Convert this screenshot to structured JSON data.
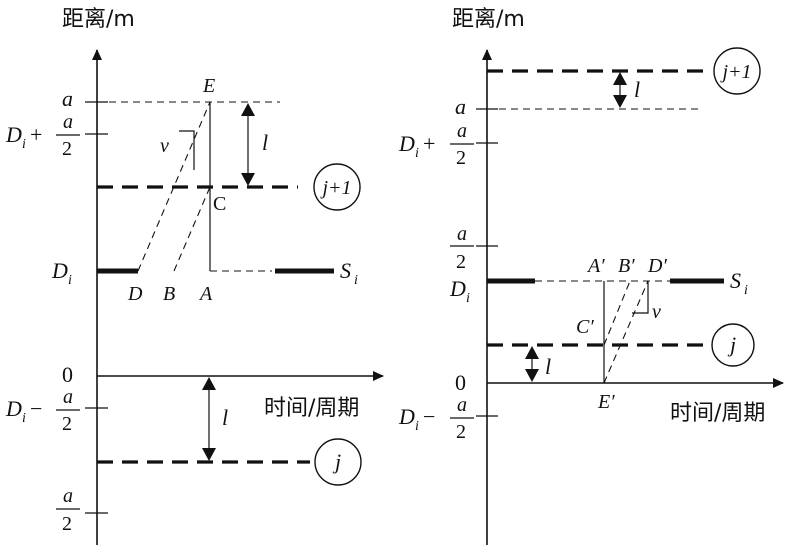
{
  "left": {
    "y_axis_title": "距离/m",
    "x_axis_title": "时间/周期",
    "y_labels": {
      "a_top": "a",
      "di_plus_prefix": "D",
      "di_plus_sub": "i",
      "di_plus_op": "+",
      "di_plus_num": "a",
      "di_plus_den": "2",
      "di": "D",
      "di_sub": "i",
      "zero": "0",
      "di_minus_prefix": "D",
      "di_minus_sub": "i",
      "di_minus_op": "−",
      "di_minus_num": "a",
      "di_minus_den": "2",
      "bottom_num": "a",
      "bottom_den": "2"
    },
    "points": {
      "E": "E",
      "C": "C",
      "D": "D",
      "B": "B",
      "A": "A"
    },
    "v": "v",
    "l_top": "l",
    "l_bottom": "l",
    "lane_top": "j+1",
    "lane_bottom": "j",
    "si": "S",
    "si_sub": "i"
  },
  "right": {
    "y_axis_title": "距离/m",
    "x_axis_title": "时间/周期",
    "y_labels": {
      "a_top": "a",
      "di_plus_prefix": "D",
      "di_plus_sub": "i",
      "di_plus_op": "+",
      "di_plus_num": "a",
      "di_plus_den": "2",
      "mid_num": "a",
      "mid_den": "2",
      "di": "D",
      "di_sub": "i",
      "zero": "0",
      "di_minus_prefix": "D",
      "di_minus_sub": "i",
      "di_minus_op": "−",
      "di_minus_num": "a",
      "di_minus_den": "2"
    },
    "points": {
      "A": "A′",
      "B": "B′",
      "D": "D′",
      "C": "C′",
      "E": "E′"
    },
    "v": "v",
    "l_top": "l",
    "l_bottom": "l",
    "lane_top": "j+1",
    "lane_bottom": "j",
    "si": "S",
    "si_sub": "i"
  }
}
